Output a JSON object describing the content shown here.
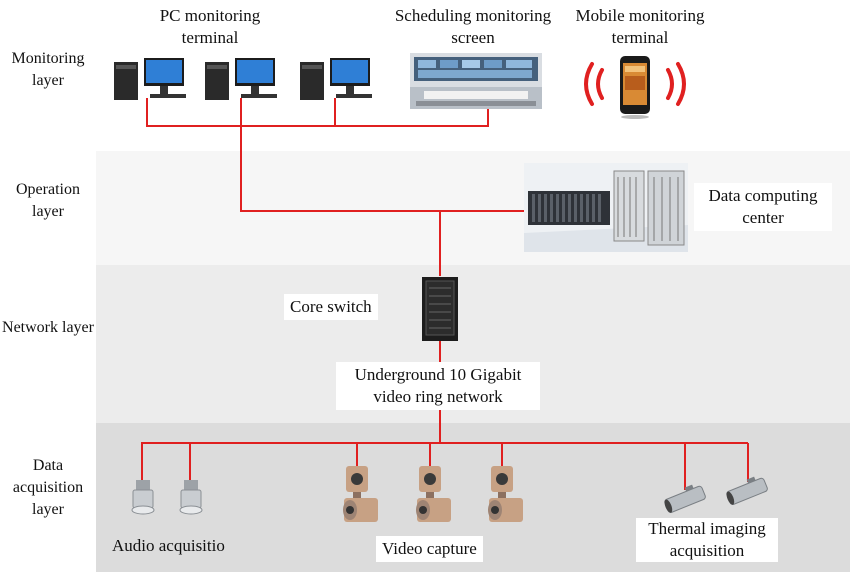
{
  "layers": {
    "monitoring": "Monitoring layer",
    "operation": "Operation layer",
    "network": "Network layer",
    "data_acquisition": "Data acquisition layer"
  },
  "labels": {
    "pc_terminal": "PC monitoring terminal",
    "scheduling_screen": "Scheduling monitoring screen",
    "mobile_terminal": "Mobile monitoring terminal",
    "data_center": "Data computing center",
    "core_switch": "Core switch",
    "ring_network": "Underground 10 Gigabit video ring network",
    "audio": "Audio acquisitio",
    "video": "Video capture",
    "thermal": "Thermal imaging acquisition"
  },
  "colors": {
    "wire": "#e02020",
    "band_operation": "#f6f6f6",
    "band_network": "#ececec",
    "band_data": "#dcdcdc"
  }
}
